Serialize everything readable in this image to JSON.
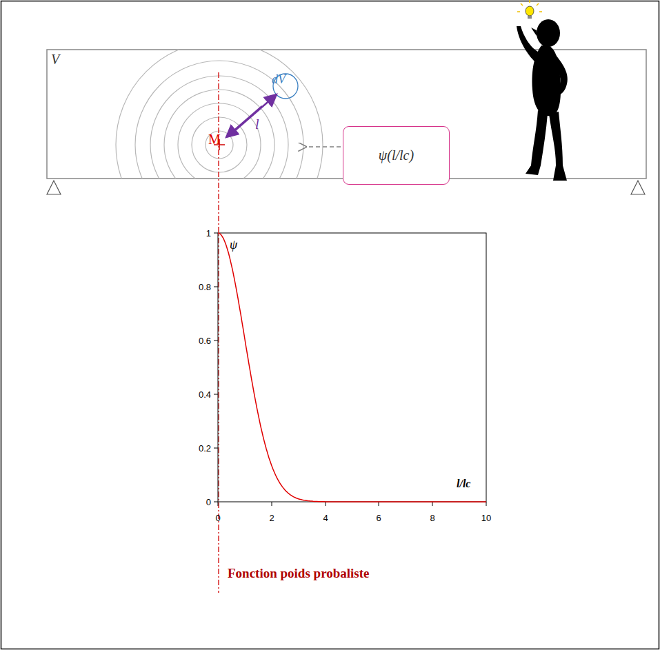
{
  "diagram": {
    "caption": "Fonction poids probaliste",
    "nodes": [
      {
        "text": [
          "ψ(l/lc)"
        ]
      }
    ],
    "labels": [
      "V",
      "dV",
      "l",
      "M",
      "ψ",
      "1",
      "0.8",
      "0.6",
      "0.4",
      "0.2",
      "0",
      "0",
      "2",
      "4",
      "6",
      "8",
      "10",
      "l/lc"
    ]
  }
}
